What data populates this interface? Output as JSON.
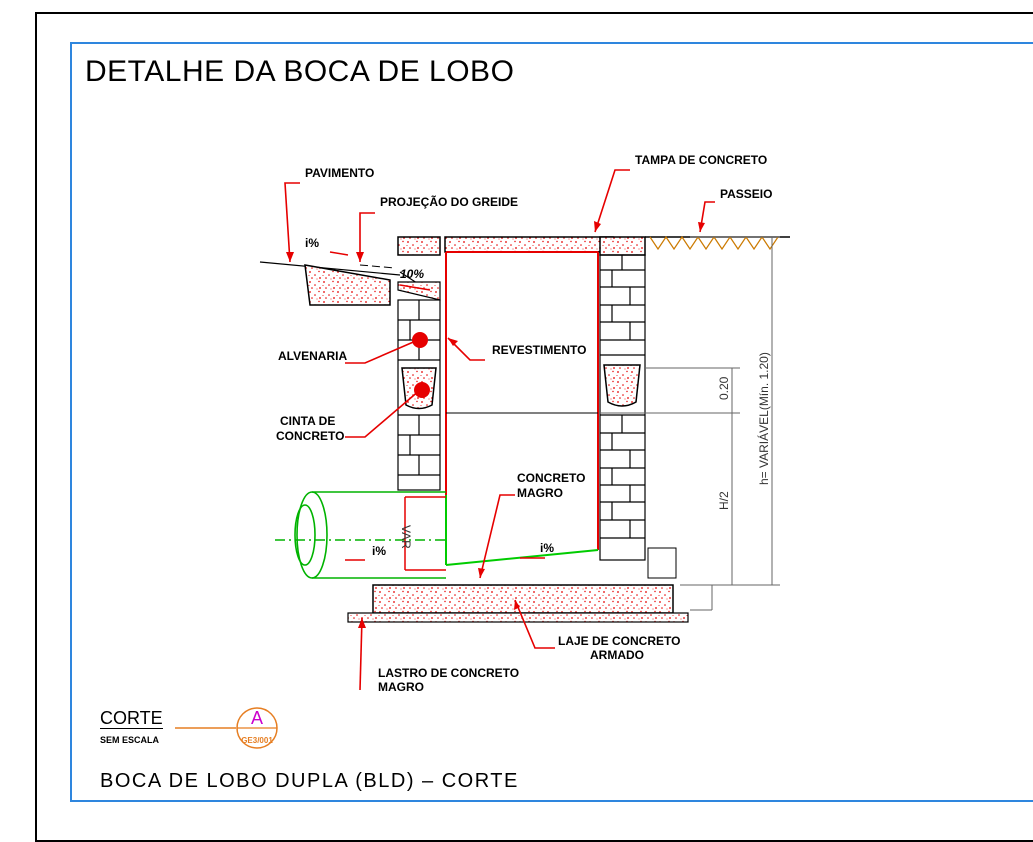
{
  "sheet_title": "DETALHE DA BOCA DE LOBO",
  "labels": {
    "pavimento": "PAVIMENTO",
    "projecao_greide": "PROJEÇÃO DO GREIDE",
    "tampa": "TAMPA DE CONCRETO",
    "passeio": "PASSEIO",
    "slope_road": "i%",
    "slope_10": "10%",
    "alvenaria": "ALVENARIA",
    "revestimento": "REVESTIMENTO",
    "cinta_line1": "CINTA DE",
    "cinta_line2": "CONCRETO",
    "concreto_magro_line1": "CONCRETO",
    "concreto_magro_line2": "MAGRO",
    "slope_pipe": "i%",
    "slope_floor": "i%",
    "laje_line1": "LAJE DE CONCRETO",
    "laje_line2": "ARMADO",
    "lastro_line1": "LASTRO DE CONCRETO",
    "lastro_line2": "MAGRO"
  },
  "dimensions": {
    "cinta_height": "0.20",
    "half_height": "H/2",
    "total_height": "h= VARIÁVEL(Mín. 1.20)",
    "pipe_label": "VAR"
  },
  "section": {
    "name": "CORTE",
    "scale": "SEM ESCALA",
    "marker_letter": "A",
    "marker_ref": "GE3/001"
  },
  "caption": "BOCA DE LOBO DUPLA (BLD) – CORTE",
  "colors": {
    "frame": "#000000",
    "inner_frame": "#2e86de",
    "leader": "#e60000",
    "concrete_fill": "#e60000",
    "floor_line": "#00cc00",
    "marker": "#e67e22",
    "marker_letter": "#cc00cc"
  }
}
